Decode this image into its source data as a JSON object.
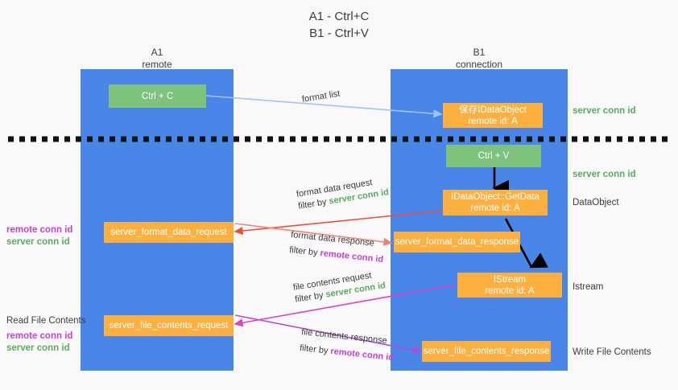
{
  "title": {
    "line1": "A1 - Ctrl+C",
    "line2": "B1 - Ctrl+V"
  },
  "lanes": [
    {
      "id": "a1",
      "name": "A1",
      "sub": "remote"
    },
    {
      "id": "b1",
      "name": "B1",
      "sub": "connection"
    }
  ],
  "boxes": {
    "ctrl_c": {
      "line1": "Ctrl + C",
      "line2": ""
    },
    "save_idataobject": {
      "line1": "保存IDataObject",
      "line2": "remote id: A"
    },
    "ctrl_v": {
      "line1": "Ctrl + V",
      "line2": ""
    },
    "getdata": {
      "line1": "IDataObject::GetData",
      "line2": "remote id: A"
    },
    "format_data_request": {
      "line1": "server_format_data_request",
      "line2": ""
    },
    "format_data_response": {
      "line1": "server_format_data_response",
      "line2": ""
    },
    "istream": {
      "line1": "IStream",
      "line2": "remote id: A"
    },
    "file_contents_request": {
      "line1": "server_file_contents_request",
      "line2": ""
    },
    "file_contents_response": {
      "line1": "server_file_contents_response",
      "line2": ""
    }
  },
  "annotations": {
    "server_conn_id_top": "server conn id",
    "server_conn_id_mid": "server conn id",
    "dataobject": "DataObject",
    "istream": "Istream",
    "write_file_contents": "Write File Contents",
    "read_file_contents": "Read File Contents",
    "left_remote_1": "remote conn id",
    "left_server_1": "server conn id",
    "left_remote_2": "remote conn id",
    "left_server_2": "server conn id"
  },
  "edges": [
    {
      "id": "format-list",
      "label": "format list",
      "filter_prefix": "",
      "filter_key": "",
      "color": "#9fc5f8"
    },
    {
      "id": "format-data-request",
      "label": "format data request",
      "filter_prefix": "filter by ",
      "filter_key": "server conn id",
      "color": "#e8503a"
    },
    {
      "id": "format-data-response",
      "label": "format data response",
      "filter_prefix": "filter by ",
      "filter_key": "remote conn id",
      "color": "#ef8379"
    },
    {
      "id": "file-contents-request",
      "label": "file contents request",
      "filter_prefix": "filter by ",
      "filter_key": "server conn id",
      "color": "#e040c8"
    },
    {
      "id": "file-contents-response",
      "label": "file contents response",
      "filter_prefix": "filter by ",
      "filter_key": "remote conn id",
      "color": "#b14cd8"
    }
  ],
  "colors": {
    "lane_blue": "#4a86e8",
    "box_green": "#7dc37d",
    "box_orange": "#fbb040",
    "accent_green_text": "#5aab61",
    "accent_purple_text": "#c042d6",
    "divider": "#111111",
    "background": "#f9f9f9"
  }
}
